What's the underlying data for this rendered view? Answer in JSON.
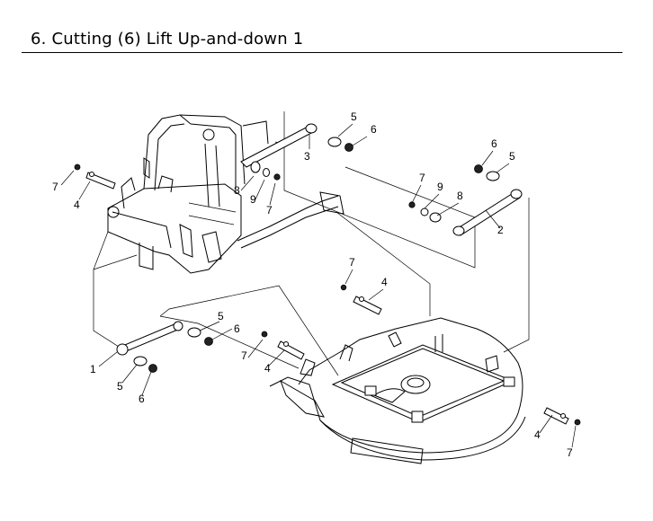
{
  "header": {
    "title": "6. Cutting (6) Lift Up-and-down 1"
  },
  "callouts": {
    "c1": "1",
    "c2": "2",
    "c3": "3",
    "c4a": "4",
    "c4b": "4",
    "c4c": "4",
    "c4d": "4",
    "c5a": "5",
    "c5b": "5",
    "c5c": "5",
    "c5d": "5",
    "c6a": "6",
    "c6b": "6",
    "c6c": "6",
    "c6d": "6",
    "c7a": "7",
    "c7b": "7",
    "c7c": "7",
    "c7d": "7",
    "c7e": "7",
    "c7f": "7",
    "c8a": "8",
    "c8b": "8",
    "c9a": "9",
    "c9b": "9"
  }
}
